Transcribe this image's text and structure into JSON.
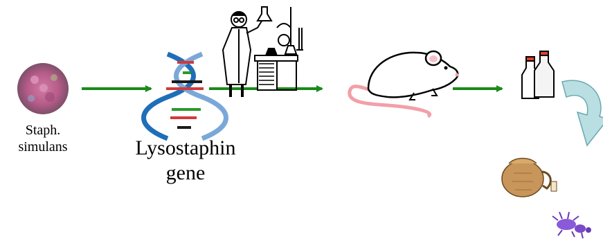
{
  "labels": {
    "staph_line1": "Staph.",
    "staph_line2": "simulans",
    "gene_line1": "Lysostaphin",
    "gene_line2": "gene"
  },
  "colors": {
    "arrow": "#1a8a1a",
    "curved_arrow": "#b9dfe2",
    "bacteria": "#c25a8e",
    "mouse_outline": "#000000",
    "mouse_tail": "#f2a0a8",
    "pitcher": "#c8955a",
    "bug": "#8a5ad8"
  },
  "icons": [
    "bacteria-culture-icon",
    "dna-helix-icon",
    "scientist-lab-icon",
    "mouse-icon",
    "milk-bottles-icon",
    "curved-arrow-icon",
    "pitcher-icon",
    "bug-icon"
  ]
}
